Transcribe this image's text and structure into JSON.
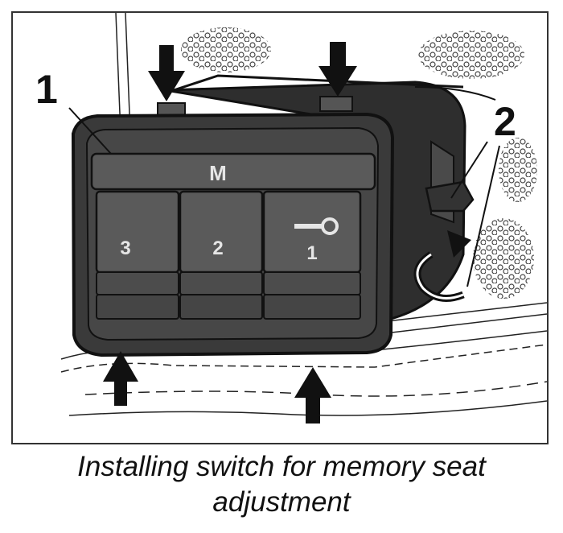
{
  "figure": {
    "callouts": {
      "switch": "1",
      "clips": "2"
    },
    "switch_buttons": {
      "memory": "M",
      "seat_3": "3",
      "seat_2": "2",
      "seat_1": "1"
    },
    "icons": {
      "key": "key-icon",
      "clip_arrows": "arrow-down-icon",
      "insert_arrows": "arrow-up-icon",
      "rotate": "rotate-arrow-icon",
      "foam": "foam-texture"
    },
    "colors": {
      "switch_body": "#3a3a3a",
      "switch_face": "#555555",
      "line": "#111111"
    }
  },
  "caption": {
    "line1": "Installing switch for memory seat",
    "line2": "adjustment"
  }
}
